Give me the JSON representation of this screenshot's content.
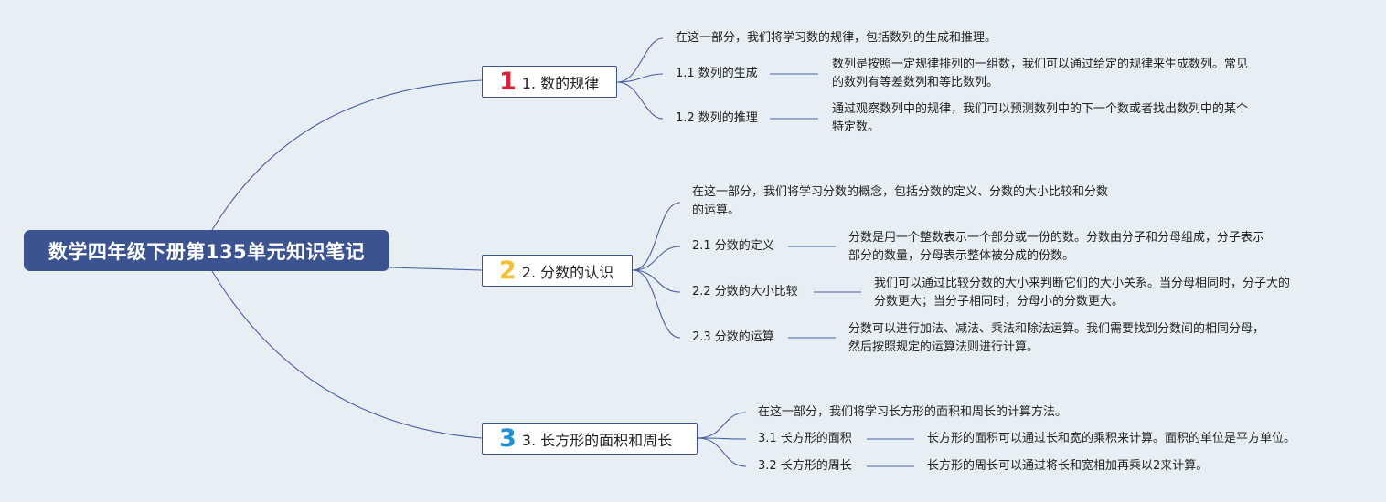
{
  "root": {
    "title": "数学四年级下册第135单元知识笔记"
  },
  "branches": [
    {
      "number": "1",
      "number_color": "#d8233a",
      "title": "1. 数的规律",
      "intro": "在这一部分，我们将学习数的规律，包括数列的生成和推理。",
      "subs": [
        {
          "title": "1.1 数列的生成",
          "desc": "数列是按照一定规律排列的一组数，我们可以通过给定的规律来生成数列。常见\n的数列有等差数列和等比数列。"
        },
        {
          "title": "1.2 数列的推理",
          "desc": "通过观察数列中的规律，我们可以预测数列中的下一个数或者找出数列中的某个\n特定数。"
        }
      ]
    },
    {
      "number": "2",
      "number_color": "#f1c232",
      "title": "2. 分数的认识",
      "intro": "在这一部分，我们将学习分数的概念，包括分数的定义、分数的大小比较和分数\n的运算。",
      "subs": [
        {
          "title": "2.1 分数的定义",
          "desc": "分数是用一个整数表示一个部分或一份的数。分数由分子和分母组成，分子表示\n部分的数量，分母表示整体被分成的份数。"
        },
        {
          "title": "2.2 分数的大小比较",
          "desc": "我们可以通过比较分数的大小来判断它们的大小关系。当分母相同时，分子大的\n分数更大；当分子相同时，分母小的分数更大。"
        },
        {
          "title": "2.3 分数的运算",
          "desc": "分数可以进行加法、减法、乘法和除法运算。我们需要找到分数间的相同分母，\n然后按照规定的运算法则进行计算。"
        }
      ]
    },
    {
      "number": "3",
      "number_color": "#1f8fd6",
      "title": "3. 长方形的面积和周长",
      "intro": "在这一部分，我们将学习长方形的面积和周长的计算方法。",
      "subs": [
        {
          "title": "3.1 长方形的面积",
          "desc": "长方形的面积可以通过长和宽的乘积来计算。面积的单位是平方单位。"
        },
        {
          "title": "3.2 长方形的周长",
          "desc": "长方形的周长可以通过将长和宽相加再乘以2来计算。"
        }
      ]
    }
  ],
  "colors": {
    "root_bg": "#3c5391",
    "line": "#4a5fa0",
    "background": "#e7eef4"
  }
}
